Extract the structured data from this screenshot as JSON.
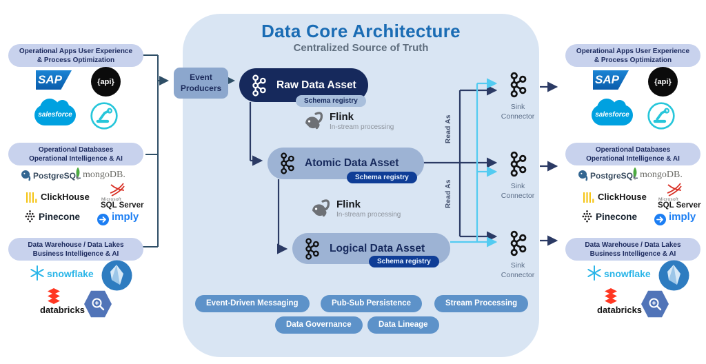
{
  "header": {
    "title": "Data Core Architecture",
    "subtitle": "Centralized Source of Truth"
  },
  "source_groups": {
    "apps": {
      "line1": "Operational Apps User Experience",
      "line2": "& Process Optimization"
    },
    "databases": {
      "line1": "Operational Databases",
      "line2": "Operational Intelligence & AI"
    },
    "warehouse": {
      "line1": "Data Warehouse / Data Lakes",
      "line2": "Business Intelligence & AI"
    }
  },
  "flow": {
    "event_producers": "Event Producers",
    "raw_asset": "Raw Data Asset",
    "atomic_asset": "Atomic Data Asset",
    "logical_asset": "Logical Data Asset",
    "schema_registry": "Schema registry",
    "flink_name": "Flink",
    "flink_desc": "In-stream processing",
    "read_as": "Read As",
    "sink_line1": "Sink",
    "sink_line2": "Connector"
  },
  "logos": {
    "sap": "SAP",
    "api": "{api}",
    "salesforce": "salesforce",
    "postgresql": "PostgreSQL",
    "mongodb": "mongoDB.",
    "clickhouse": "ClickHouse",
    "microsoft": "Microsoft",
    "sqlserver": "SQL Server",
    "pinecone": "Pinecone",
    "imply": "imply",
    "snowflake": "snowflake",
    "databricks": "databricks"
  },
  "capabilities": [
    "Event-Driven Messaging",
    "Pub-Sub Persistence",
    "Stream Processing",
    "Data Governance",
    "Data Lineage"
  ],
  "colors": {
    "panel": "#d9e5f3",
    "navy": "#16295c",
    "asset_pill": "#9db3d4",
    "badge_dark": "#0f3d96",
    "badge_light": "#a9bfdc",
    "capability_pill": "#5d92c9",
    "section_pill": "#c8d2ed",
    "line_navy": "#2b3a64",
    "line_cyan": "#53cbf1",
    "line_left": "#2e4e66",
    "title_blue": "#1a6cb4"
  }
}
